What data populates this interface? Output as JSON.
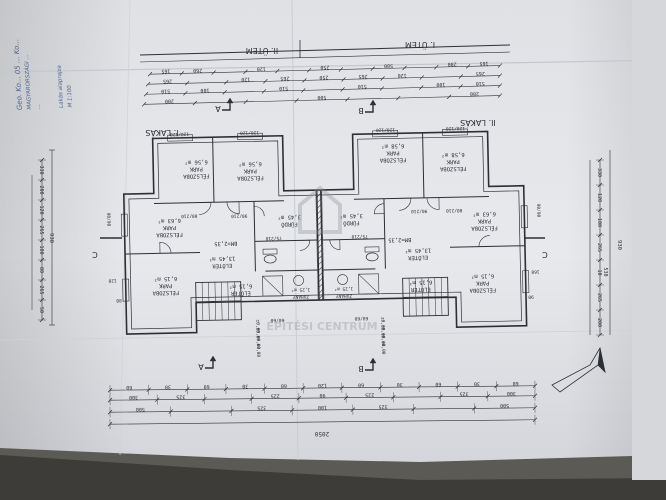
{
  "stamp": {
    "lines": [
      "Geo. Ko...  05 ... Ko...",
      "MAGYARORSZÁGI ...",
      "...",
      "Lakás alaprajza",
      "M 1:100"
    ]
  },
  "phases": {
    "phase_2": "II. ÜTEM",
    "phase_1": "I. ÜTEM"
  },
  "units": {
    "unit_1": "I. LAKÁS",
    "unit_2": "II. LAKÁS"
  },
  "sections": {
    "a_top": "A",
    "b_top": "B",
    "a_bottom": "A",
    "b_bottom": "B",
    "c_left": "C",
    "c_right": "C"
  },
  "rooms": {
    "left_bedroom_1": [
      "FÉLSZOBA",
      "PARK",
      "6,56 m²"
    ],
    "left_bedroom_2": [
      "FÉLSZOBA",
      "PARK",
      "6,56 m²"
    ],
    "right_bedroom_1": [
      "FÉLSZOBA",
      "PARK",
      "6,58 m²"
    ],
    "right_bedroom_2": [
      "FÉLSZOBA",
      "PARK",
      "6,58 m²"
    ],
    "left_half_room_top": [
      "FÉLSZOBA",
      "PARK",
      "6,63 m²"
    ],
    "left_half_room_bottom": [
      "FÉLSZOBA",
      "PARK",
      "6,15 m²"
    ],
    "right_half_room_top": [
      "FÉLSZOBA",
      "PARK",
      "6,63 m²"
    ],
    "right_half_room_bottom": [
      "FÉLSZOBA",
      "PARK",
      "6,15 m²"
    ],
    "left_hall": [
      "ELŐTÉR",
      "13,45 m²"
    ],
    "right_hall": [
      "ELŐTÉR",
      "13,45 m²"
    ],
    "left_stair_hall": [
      "ELŐTÉR",
      "6,15 m²"
    ],
    "right_stair_hall": [
      "ELŐTÉR",
      "6,15 m²"
    ],
    "left_bath": [
      "FÜRDŐ",
      "3,45 m²"
    ],
    "right_bath": [
      "FÜRDŐ",
      "3,45 m²"
    ],
    "left_wc": [
      "ZUHANY",
      "1,25 m²"
    ],
    "right_wc": [
      "ZUHANY",
      "1,25 m²"
    ],
    "left_floor_level": "BM=2,35",
    "right_floor_level": "BM=2,35"
  },
  "dims": {
    "top_row1": [
      "165",
      "260",
      "",
      "120",
      "",
      "250",
      "",
      "500",
      "",
      "280",
      "165"
    ],
    "top_row2": [
      "265",
      "",
      "120",
      "265",
      "250",
      "265",
      "120",
      "",
      "265"
    ],
    "top_row3": [
      "510",
      "100",
      "",
      "510",
      "",
      "510",
      "",
      "100",
      "510"
    ],
    "top_row4": [
      "200",
      "",
      "",
      "500",
      "",
      "",
      "200"
    ],
    "bottom_row1": [
      "60",
      "30",
      "60",
      "30",
      "60",
      "120",
      "60",
      "30",
      "60",
      "30",
      "60"
    ],
    "bottom_row2": [
      "300",
      "325",
      "",
      "225",
      "90",
      "225",
      "",
      "325",
      "300"
    ],
    "bottom_row3": [
      "500",
      "",
      "325",
      "100",
      "325",
      "",
      "500"
    ],
    "bottom_total": "2050",
    "left_col": [
      "330",
      "200",
      "120",
      "265",
      "100",
      "80",
      "265",
      "50"
    ],
    "left_total": "930",
    "right_col": [
      "330",
      "120",
      "100",
      "265",
      "10",
      "265",
      "200"
    ],
    "right_total": "930",
    "right_outer": "530",
    "door_labels": [
      "80/210",
      "90/210",
      "75/210",
      "75/210",
      "90/210",
      "80/210",
      "120",
      "160",
      "80",
      "90"
    ],
    "window_labels": [
      "120/120",
      "120/120",
      "120/120",
      "120/120",
      "90/90",
      "90/90",
      "60/60",
      "60/60"
    ]
  },
  "watermark": "ÉPÍTÉSI CENTRUM",
  "colors": {
    "paper": "#e6e7ea",
    "paper_shadow": "#bfc2c8",
    "ink": "#2d2f36",
    "faint_ink": "#6d717a",
    "stamp_ink": "#4d6591",
    "background": "#5b5a55"
  }
}
